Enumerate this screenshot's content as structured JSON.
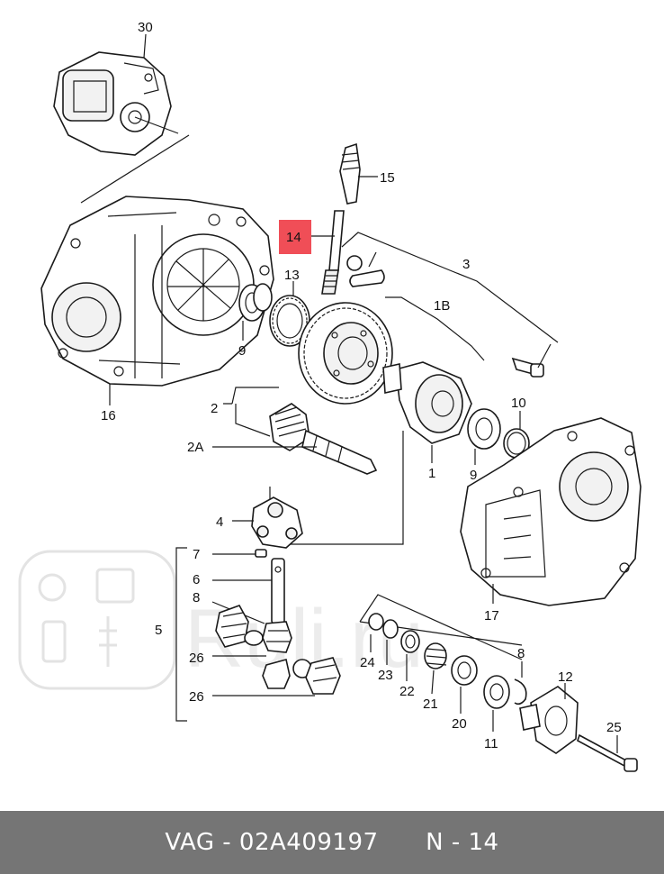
{
  "callouts": {
    "c30": "30",
    "c15": "15",
    "c14": "14",
    "c3": "3",
    "c13": "13",
    "c1B": "1B",
    "c9a": "9",
    "c16": "16",
    "c2": "2",
    "c2A": "2A",
    "c10": "10",
    "c9b": "9",
    "c1": "1",
    "c4": "4",
    "c7": "7",
    "c6": "6",
    "c8a": "8",
    "c5": "5",
    "c26a": "26",
    "c26b": "26",
    "c24": "24",
    "c23": "23",
    "c22": "22",
    "c21": "21",
    "c20": "20",
    "c11": "11",
    "c8b": "8",
    "c12": "12",
    "c25": "25",
    "c17": "17"
  },
  "highlight": {
    "color": "#f04e57",
    "part": "14"
  },
  "watermark": {
    "text": "Ruli.ru"
  },
  "footer": {
    "brand": "VAG",
    "sep": " - ",
    "part_number": "02A409197",
    "ref": "N - 14"
  }
}
